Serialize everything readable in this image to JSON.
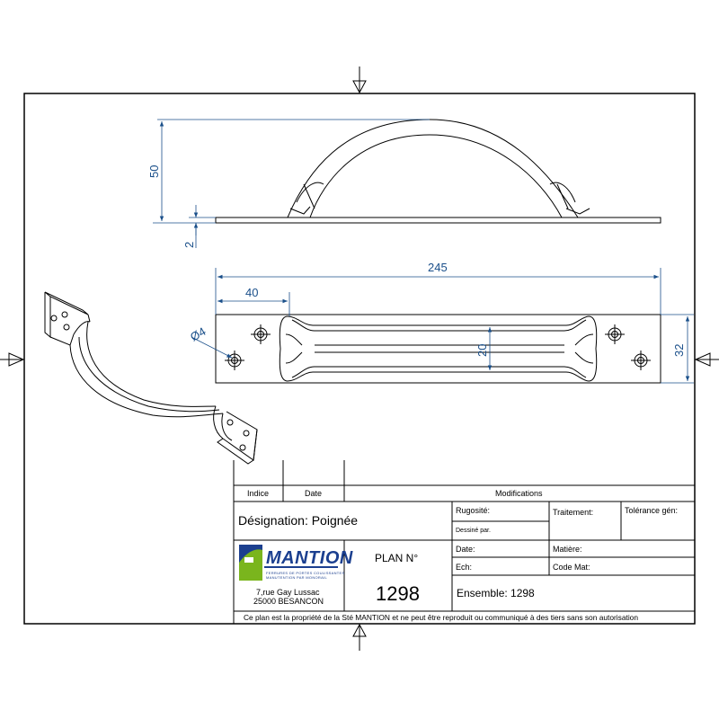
{
  "drawing": {
    "dimensions": {
      "height": "50",
      "thickness": "2",
      "length": "245",
      "hole_offset": "40",
      "hole_diameter": "Ø4",
      "grip_width": "20",
      "plate_width": "32"
    }
  },
  "title_block": {
    "headers": {
      "index": "Indice",
      "date": "Date",
      "modifications": "Modifications"
    },
    "designation": "Désignation: Poignée",
    "rugosite": "Rugosité:",
    "dessine_par": "Dessiné par.",
    "traitement": "Traitement:",
    "tolerance": "Tolérance gén:",
    "date_label": "Date:",
    "matiere": "Matière:",
    "ech": "Ech:",
    "code_mat": "Code Mat:",
    "plan_label": "PLAN N°",
    "plan_number": "1298",
    "ensemble": "Ensemble: 1298",
    "company": {
      "name": "MANTION",
      "tagline_1": "FERRURES DE PORTES COULISSANTES",
      "tagline_2": "MANUTENTION PAR MONORAIL",
      "address_1": "7,rue Gay Lussac",
      "address_2": "25000 BESANCON"
    },
    "notice": "Ce plan est la propriété de la Sté MANTION et ne peut être reproduit ou communiqué à des tiers sans son autorisation"
  },
  "colors": {
    "dimension": "#1a4f8a",
    "logo_blue": "#1b3f8f",
    "logo_green": "#7ab51d"
  }
}
